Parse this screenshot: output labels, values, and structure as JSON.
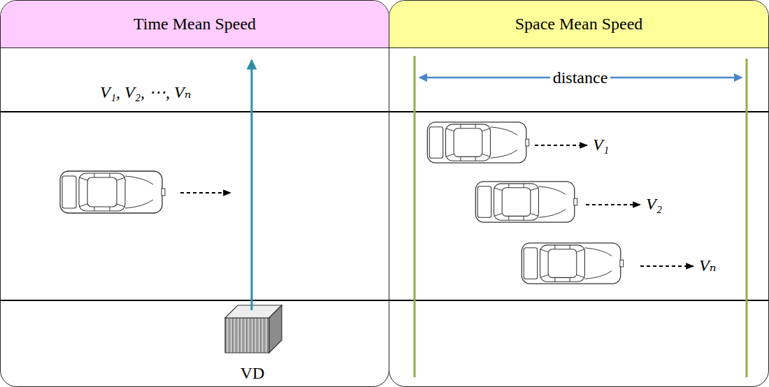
{
  "diagram": {
    "nodes": [
      {
        "text": [
          "Time Mean Speed"
        ]
      },
      {
        "text": [
          "Space Mean Speed"
        ]
      },
      {
        "text": [
          "VD"
        ],
        "in": 0
      }
    ],
    "labels": [
      "V₁, V₂, ⋯, Vₙ",
      "distance",
      "V₁",
      "V₂",
      "Vₙ"
    ]
  }
}
